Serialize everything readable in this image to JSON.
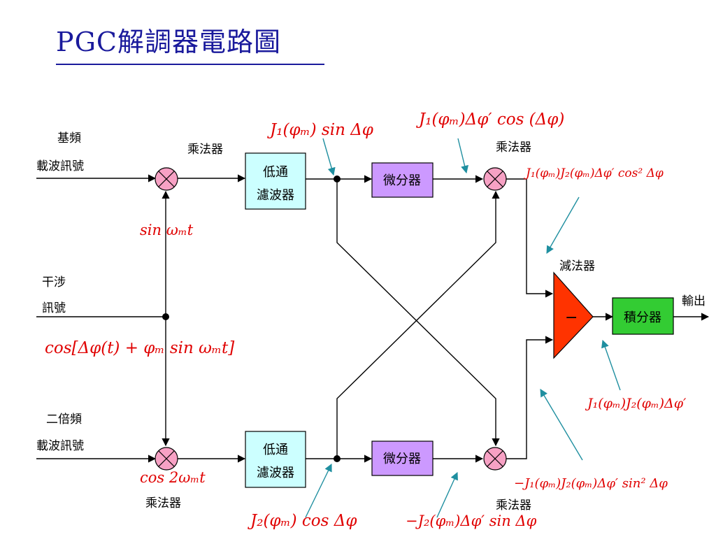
{
  "title": "PGC解調器電路圖",
  "inputs": {
    "baseband_line1": "基頻",
    "baseband_line2": "載波訊號",
    "interference_line1": "干涉",
    "interference_line2": "訊號",
    "second_harmonic_line1": "二倍頻",
    "second_harmonic_line2": "載波訊號"
  },
  "blocks": {
    "multiplier": "乘法器",
    "lowpass_line1": "低通",
    "lowpass_line2": "濾波器",
    "differentiator": "微分器",
    "subtractor": "減法器",
    "subtractor_symbol": "−",
    "integrator": "積分器",
    "output": "輸出"
  },
  "equations": {
    "sin_wm_t": "sin ωₘt",
    "cos_2wm_t": "cos 2ωₘt",
    "interference_signal": "cos[Δφ(t) + φₘ sin ωₘt]",
    "j1_sin": "J₁(φₘ) sin Δφ",
    "j2_cos": "J₂(φₘ) cos Δφ",
    "j1_diff": "J₁(φₘ)Δφ′ cos (Δφ)",
    "j2_diff": "−J₂(φₘ)Δφ′ sin Δφ",
    "product_top": "J₁(φₘ)J₂(φₘ)Δφ′ cos² Δφ",
    "product_bottom": "−J₁(φₘ)J₂(φₘ)Δφ′ sin² Δφ",
    "subtract_result": "J₁(φₘ)J₂(φₘ)Δφ′"
  },
  "colors": {
    "title": "#1a1a9c",
    "equation": "#e00000",
    "multiplier_fill": "#f7a1c4",
    "lowpass_fill": "#ccffff",
    "differentiator_fill": "#cc99ff",
    "subtractor_fill": "#ff3300",
    "integrator_fill": "#33cc33",
    "pointer": "#1f8fa0"
  }
}
